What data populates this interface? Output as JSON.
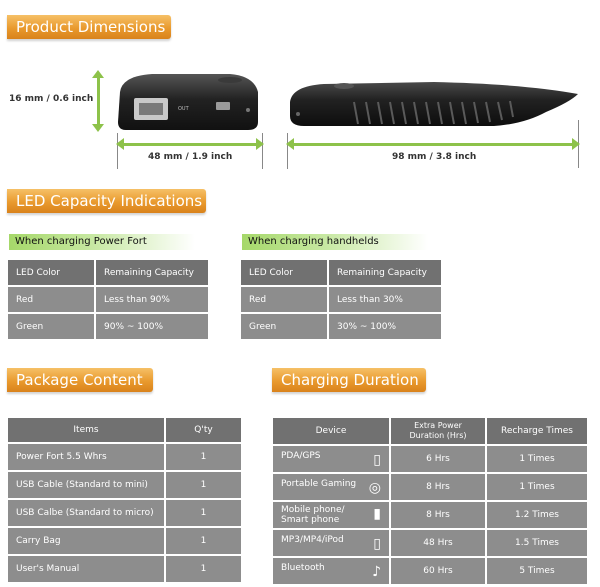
{
  "sections": {
    "dimensions": "Product Dimensions",
    "led": "LED Capacity Indications",
    "package": "Package Content",
    "charging": "Charging Duration"
  },
  "dimensions": {
    "height": "16 mm / 0.6 inch",
    "width": "48 mm / 1.9 inch",
    "length": "98 mm / 3.8 inch"
  },
  "led": {
    "power_fort": {
      "title": "When charging Power Fort",
      "headers": [
        "LED Color",
        "Remaining Capacity"
      ],
      "rows": [
        [
          "Red",
          "Less than 90%"
        ],
        [
          "Green",
          "90% ~ 100%"
        ]
      ]
    },
    "handhelds": {
      "title": "When charging handhelds",
      "headers": [
        "LED Color",
        "Remaining Capacity"
      ],
      "rows": [
        [
          "Red",
          "Less than 30%"
        ],
        [
          "Green",
          "30% ~ 100%"
        ]
      ]
    }
  },
  "package": {
    "headers": [
      "Items",
      "Q'ty"
    ],
    "rows": [
      [
        "Power Fort 5.5 Whrs",
        "1"
      ],
      [
        "USB Cable (Standard to mini)",
        "1"
      ],
      [
        "USB Calbe (Standard to micro)",
        "1"
      ],
      [
        "Carry Bag",
        "1"
      ],
      [
        "User's Manual",
        "1"
      ]
    ]
  },
  "charging": {
    "headers": [
      "Device",
      "Extra Power Duration (Hrs)",
      "Recharge Times"
    ],
    "rows": [
      {
        "device": "PDA/GPS",
        "icon": "pda-icon",
        "duration": "6 Hrs",
        "times": "1 Times"
      },
      {
        "device": "Portable Gaming",
        "icon": "gamepad-icon",
        "duration": "8 Hrs",
        "times": "1 Times"
      },
      {
        "device": "Mobile phone/ Smart phone",
        "icon": "mobile-phone-icon",
        "duration": "8 Hrs",
        "times": "1.2 Times"
      },
      {
        "device": "MP3/MP4/iPod",
        "icon": "mp3-player-icon",
        "duration": "48 Hrs",
        "times": "1.5 Times"
      },
      {
        "device": "Bluetooth",
        "icon": "bluetooth-headset-icon",
        "duration": "60 Hrs",
        "times": "5 Times"
      }
    ]
  }
}
